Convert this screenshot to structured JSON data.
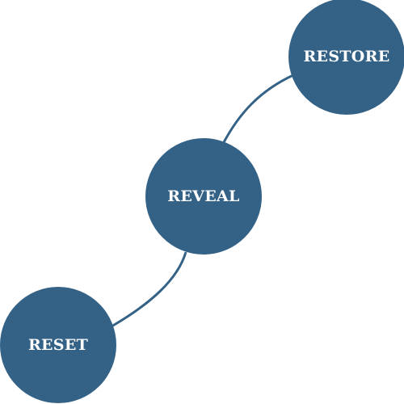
{
  "colors": {
    "node_fill": "#346286",
    "connector": "#346286",
    "label": "#ffffff"
  },
  "nodes": [
    {
      "id": "reset",
      "label": "RESET"
    },
    {
      "id": "reveal",
      "label": "REVEAL"
    },
    {
      "id": "restore",
      "label": "RESTORE"
    }
  ]
}
